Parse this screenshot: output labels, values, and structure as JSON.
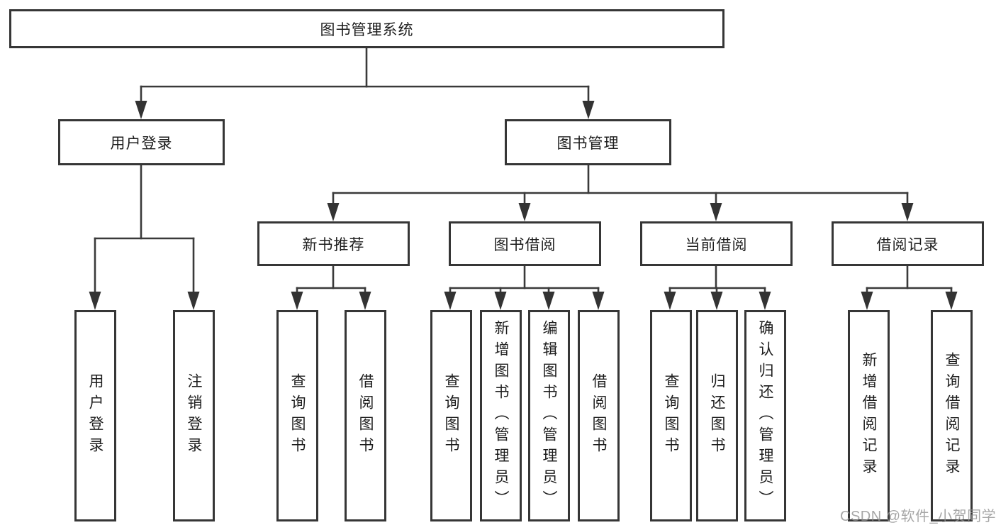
{
  "diagram_title": "图书管理系统",
  "tree": {
    "label": "图书管理系统",
    "children": [
      {
        "label": "用户登录",
        "children": [
          {
            "label": "用户登录"
          },
          {
            "label": "注销登录"
          }
        ]
      },
      {
        "label": "图书管理",
        "children": [
          {
            "label": "新书推荐",
            "children": [
              {
                "label": "查询图书"
              },
              {
                "label": "借阅图书"
              }
            ]
          },
          {
            "label": "图书借阅",
            "children": [
              {
                "label": "查询图书"
              },
              {
                "label": "新增图书（管理员）"
              },
              {
                "label": "编辑图书（管理员）"
              },
              {
                "label": "借阅图书"
              }
            ]
          },
          {
            "label": "当前借阅",
            "children": [
              {
                "label": "查询图书"
              },
              {
                "label": "归还图书"
              },
              {
                "label": "确认归还（管理员）"
              }
            ]
          },
          {
            "label": "借阅记录",
            "children": [
              {
                "label": "新增借阅记录"
              },
              {
                "label": "查询借阅记录"
              }
            ]
          }
        ]
      }
    ]
  },
  "watermark": "CSDN @软件_小贺同学",
  "colors": {
    "background": "#ffffff",
    "box_border": "#363636",
    "connector_line": "#3a3a3a",
    "arrow_fill": "#333333",
    "text": "#1d1d1d",
    "watermark_text": "#919191"
  }
}
